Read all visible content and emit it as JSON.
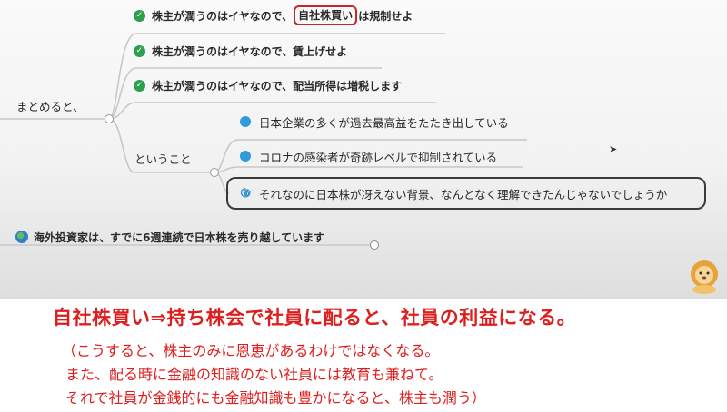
{
  "mindmap": {
    "root_label": "まとめると、",
    "items": [
      {
        "pre": "株主が潤うのはイヤなので、",
        "highlight": "自社株買い",
        "post": "は規制せよ"
      },
      {
        "text": "株主が潤うのはイヤなので、賃上げせよ"
      },
      {
        "text": "株主が潤うのはイヤなので、配当所得は増税します"
      }
    ],
    "branch_label": "ということ",
    "branch_items": [
      {
        "text": "日本企業の多くが過去最高益をたたき出している",
        "icon": "blue-dot-icon"
      },
      {
        "text": "コロナの感染者が奇跡レベルで抑制されている",
        "icon": "blue-dot-icon"
      },
      {
        "text": "それなのに日本株が冴えない背景、なんとなく理解できたんじゃないでしょうか",
        "icon": "swirl-icon"
      }
    ],
    "bottom_item": "海外投資家は、すでに6週連続で日本株を売り越しています",
    "colors": {
      "check": "#2e9e4f",
      "dot": "#2f9bdc",
      "highlight_border": "#c42828"
    }
  },
  "caption": {
    "main": "自社株買い⇒持ち株会で社員に配ると、社員の利益になる。",
    "lines": [
      "（こうすると、株主のみに恩恵があるわけではなくなる。",
      "また、配る時に金融の知識のない社員には教育も兼ねて。",
      "それで社員が金銭的にも金融知識も豊かになると、株主も潤う）"
    ],
    "color": "#dd1e1e"
  }
}
